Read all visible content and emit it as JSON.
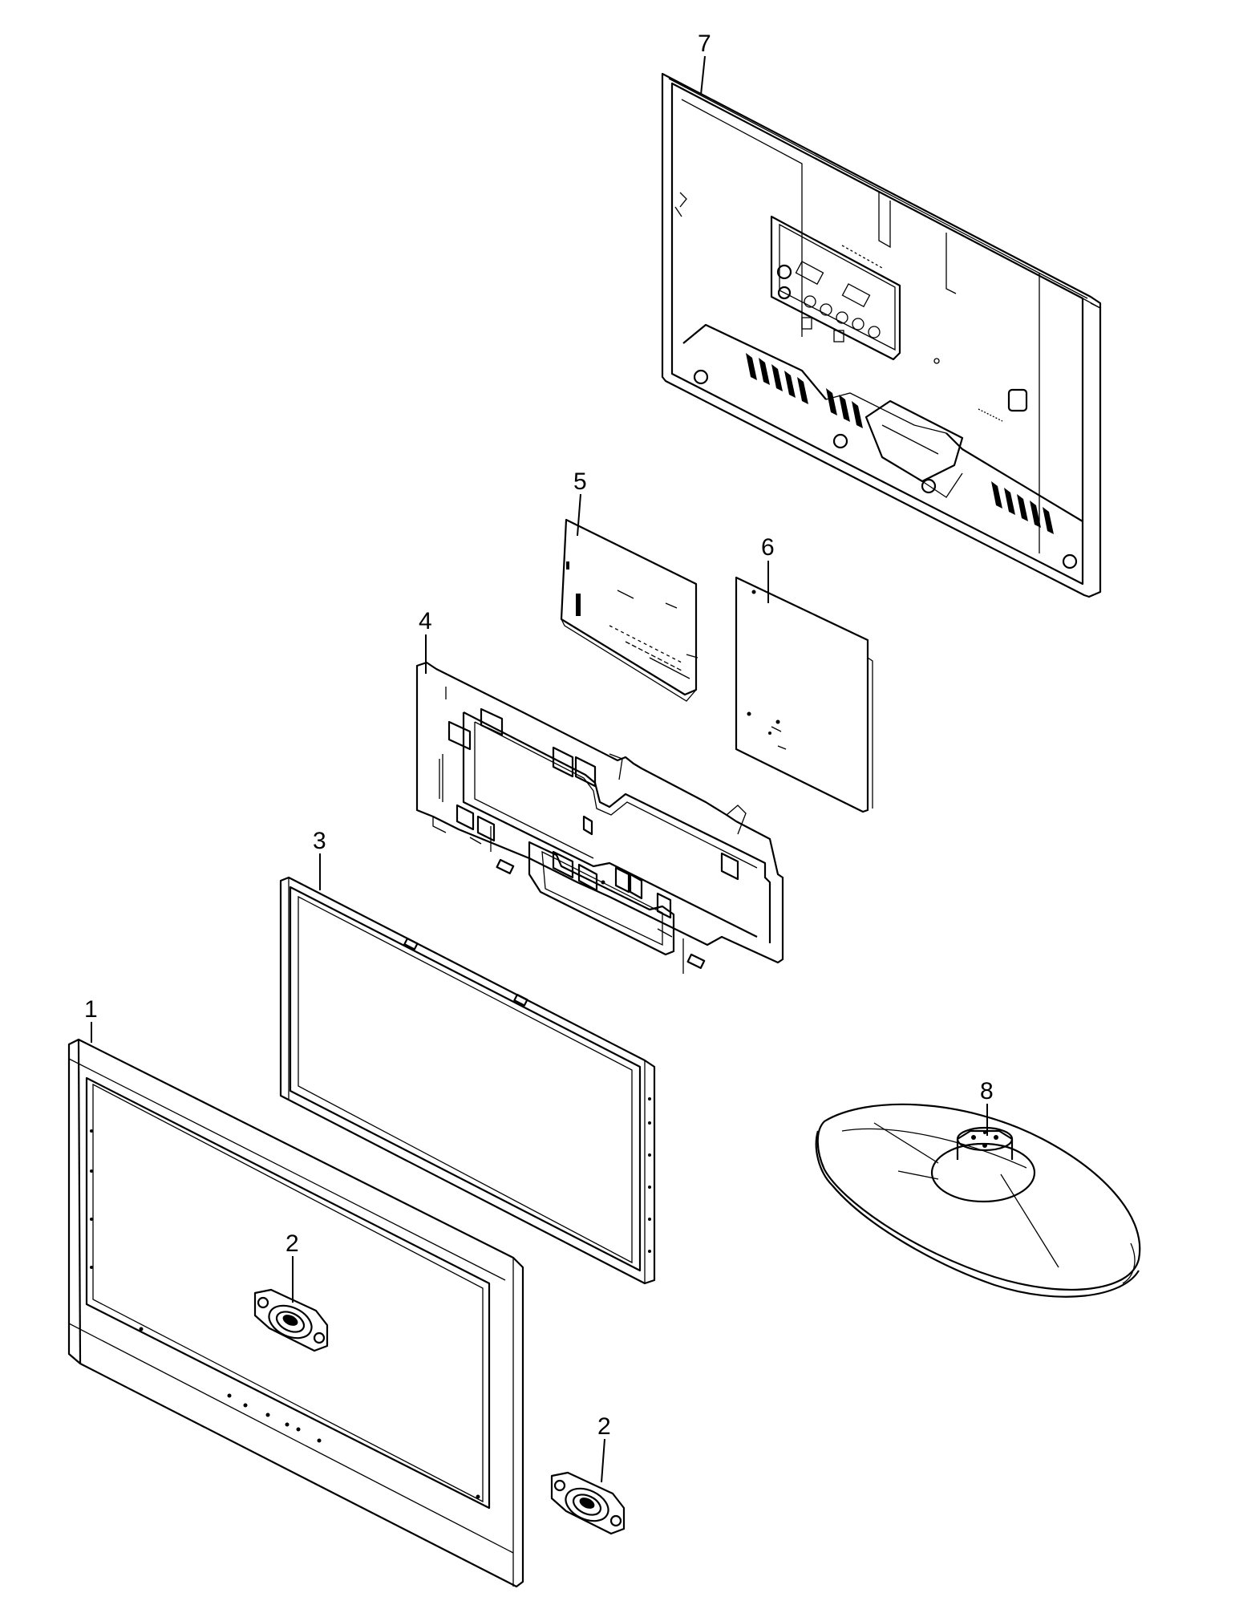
{
  "diagram": {
    "kind": "exploded parts view",
    "parts": [
      {
        "callout": "1",
        "part": "front-bezel"
      },
      {
        "callout": "2",
        "part": "speaker-left"
      },
      {
        "callout": "2",
        "part": "speaker-right"
      },
      {
        "callout": "3",
        "part": "lcd-panel"
      },
      {
        "callout": "4",
        "part": "main-bracket"
      },
      {
        "callout": "5",
        "part": "main-board"
      },
      {
        "callout": "6",
        "part": "power-board"
      },
      {
        "callout": "7",
        "part": "rear-cover"
      },
      {
        "callout": "8",
        "part": "stand-base"
      }
    ]
  }
}
